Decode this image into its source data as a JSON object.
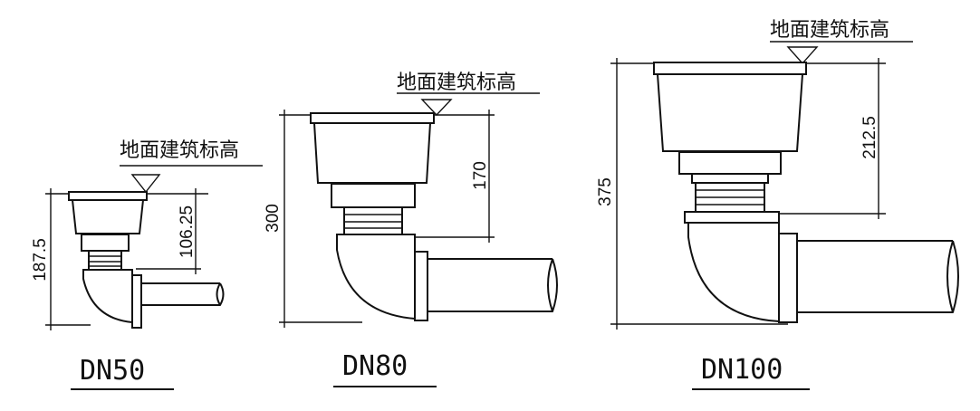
{
  "floor_label": "地面建筑标高",
  "drains": [
    {
      "title": "DN50",
      "total_height": "187.5",
      "above_pipe_height": "106.25"
    },
    {
      "title": "DN80",
      "total_height": "300",
      "above_pipe_height": "170"
    },
    {
      "title": "DN100",
      "total_height": "375",
      "above_pipe_height": "212.5"
    }
  ]
}
